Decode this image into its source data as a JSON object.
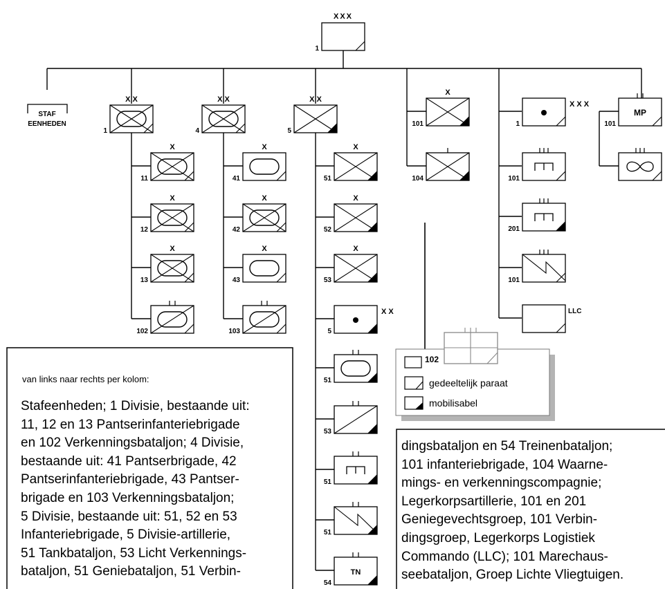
{
  "root": {
    "echelon": "XXX",
    "number": "1"
  },
  "staff": {
    "line1": "STAF",
    "line2": "EENHEDEN"
  },
  "col1": {
    "division": {
      "echelon": "X X",
      "number": "1"
    },
    "units": [
      {
        "echelon": "X",
        "number": "11"
      },
      {
        "echelon": "X",
        "number": "12"
      },
      {
        "echelon": "X",
        "number": "13"
      },
      {
        "echelon": "",
        "number": "102"
      }
    ]
  },
  "col2": {
    "division": {
      "echelon": "X X",
      "number": "4"
    },
    "units": [
      {
        "echelon": "X",
        "number": "41"
      },
      {
        "echelon": "X",
        "number": "42"
      },
      {
        "echelon": "X",
        "number": "43"
      },
      {
        "echelon": "",
        "number": "103"
      }
    ]
  },
  "col3": {
    "division": {
      "echelon": "X X",
      "number": "5"
    },
    "units": [
      {
        "echelon": "X",
        "number": "51"
      },
      {
        "echelon": "X",
        "number": "52"
      },
      {
        "echelon": "X",
        "number": "53"
      },
      {
        "echelon": "X X",
        "number": "5"
      },
      {
        "echelon": "",
        "number": "51"
      },
      {
        "echelon": "",
        "number": "53"
      },
      {
        "echelon": "",
        "number": "51"
      },
      {
        "echelon": "",
        "number": "51"
      },
      {
        "echelon": "",
        "number": "54",
        "text": "TN"
      }
    ]
  },
  "col4": {
    "units": [
      {
        "echelon": "X",
        "number": "101"
      },
      {
        "echelon": "",
        "number": "104"
      }
    ]
  },
  "col5": {
    "units": [
      {
        "echelon": "X X X",
        "number": "1"
      },
      {
        "echelon": "",
        "number": "101"
      },
      {
        "echelon": "",
        "number": "201"
      },
      {
        "echelon": "",
        "number": "101"
      },
      {
        "echelon": "",
        "number": "",
        "text": "LLC"
      }
    ]
  },
  "col6": {
    "units": [
      {
        "echelon": "",
        "number": "101",
        "text": "MP"
      },
      {
        "echelon": "",
        "number": ""
      }
    ]
  },
  "legend": {
    "example_number": "102",
    "partial_label": "gedeeltelijk paraat",
    "mobilizable_label": "mobilisabel"
  },
  "caption": {
    "intro": "van links naar rechts per kolom:",
    "left_lines": [
      "Stafeenheden; 1 Divisie, bestaande uit:",
      "11, 12 en 13 Pantserinfanteriebrigade",
      "en 102 Verkenningsbataljon; 4 Divisie,",
      "bestaande uit: 41 Pantserbrigade, 42",
      "Pantserinfanteriebrigade, 43 Pantser-",
      "brigade en 103 Verkenningsbataljon;",
      "5 Divisie, bestaande uit: 51, 52 en 53",
      "Infanteriebrigade, 5 Divisie-artillerie,",
      "51 Tankbataljon, 53 Licht Verkennings-",
      "bataljon, 51 Geniebataljon, 51 Verbin-"
    ],
    "right_lines": [
      "dingsbataljon en  54 Treinenbataljon;",
      "101 infanteriebrigade, 104 Waarne-",
      "mings- en  verkenningscompagnie;",
      "Legerkorpsartillerie, 101 en 201",
      "Geniegevechtsgroep, 101 Verbin-",
      "dingsgroep, Legerkorps Logistiek",
      "Commando (LLC); 101 Marechaus-",
      "seebataljon, Groep Lichte Vliegtuigen."
    ]
  }
}
